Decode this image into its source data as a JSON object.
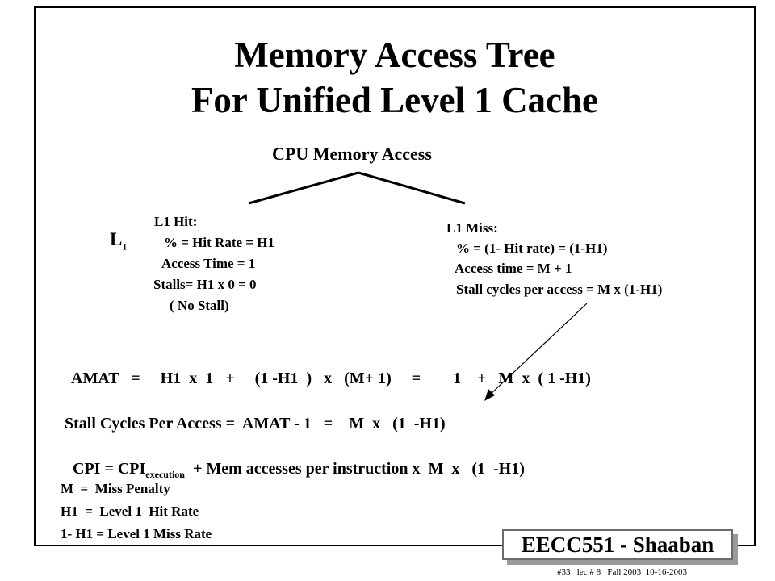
{
  "title": {
    "line1": "Memory Access Tree",
    "line2": "For Unified Level 1 Cache"
  },
  "root": {
    "label": "CPU Memory  Access"
  },
  "level_label": {
    "letter": "L",
    "sub": "1"
  },
  "hit_node": {
    "lines": [
      "L1  Hit:",
      "%  =  Hit  Rate = H1",
      "Access  Time = 1",
      "Stalls= H1  x 0 = 0",
      "( No Stall)"
    ]
  },
  "miss_node": {
    "lines": [
      "L1  Miss:",
      "%  =  (1- Hit rate)  =  (1-H1)",
      "Access  time = M  + 1",
      "Stall cycles per access   =   M  x (1-H1)"
    ]
  },
  "amat": "AMAT   =     H1  x  1   +     (1 -H1  )   x   (M+ 1)     =        1    +   M  x  ( 1 -H1)",
  "stall_line": "Stall Cycles Per Access =  AMAT - 1   =    M  x   (1  -H1)",
  "cpi_line": {
    "prefix": "CPI = CPI",
    "sub": "execution",
    "suffix": "  + Mem accesses per instruction x  M  x   (1  -H1)"
  },
  "definitions": [
    "M  =  Miss Penalty",
    "H1  =  Level 1  Hit Rate",
    "1- H1 = Level 1 Miss Rate"
  ],
  "badge": "EECC551 - Shaaban",
  "footer": "#33   lec # 8   Fall 2003  10-16-2003"
}
